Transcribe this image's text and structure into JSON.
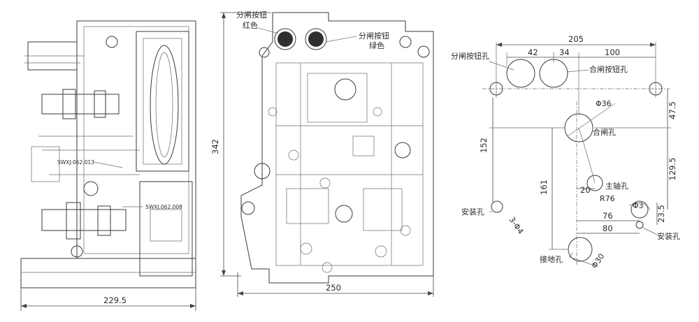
{
  "left_view": {
    "part_label_1": "SWXJ.062.013",
    "part_label_2": "SWXJ.062.008",
    "width_dim": "229.5"
  },
  "middle_view": {
    "open_button": "分闸按钮",
    "open_button_color": "红色",
    "close_button": "分闸按钮",
    "close_button_color": "绿色",
    "height_dim": "342",
    "width_dim": "250"
  },
  "right_view": {
    "dims": {
      "d205": "205",
      "d42": "42",
      "d34": "34",
      "d100": "100",
      "d47_5": "47.5",
      "d152": "152",
      "d129_5": "129.5",
      "d161": "161",
      "d20": "20",
      "d76": "76",
      "d80": "80",
      "d23_5": "23.5"
    },
    "labels": {
      "open_button_hole": "分闸按钮孔",
      "close_button_hole": "合闸按钮孔",
      "phi36": "Φ36",
      "close_hole": "合闸孔",
      "main_shaft_hole": "主轴孔",
      "r76": "R76",
      "phi3": "Φ3",
      "install_hole_left": "安装孔",
      "three_phi4": "3-Φ4",
      "install_hole_right": "安装孔",
      "ground_hole": "接地孔",
      "phi30": "Φ30"
    }
  }
}
